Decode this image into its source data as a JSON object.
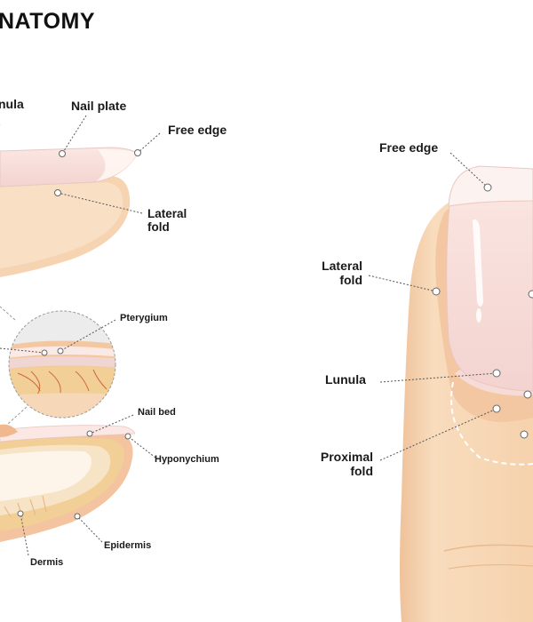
{
  "title": "NATOMY",
  "colors": {
    "skin": "#f6d5b3",
    "skin_dark": "#ebbd95",
    "nail": "#f6dcd8",
    "nail_light": "#fbeae6",
    "tissue": "#f2cf9a",
    "vessel": "#d26a3a",
    "leader": "#555555",
    "background": "#ffffff"
  },
  "labels": {
    "lunula_cut": "nula",
    "nail_plate": "Nail plate",
    "free_edge_left": "Free edge",
    "lateral_fold_left": "Lateral\nfold",
    "pterygium": "Pterygium",
    "nail_bed": "Nail bed",
    "hyponychium": "Hyponychium",
    "epidermis": "Epidermis",
    "dermis": "Dermis",
    "free_edge_right": "Free edge",
    "lateral_fold_right": "Lateral\nfold",
    "lunula_right": "Lunula",
    "proximal_fold": "Proximal\nfold"
  }
}
